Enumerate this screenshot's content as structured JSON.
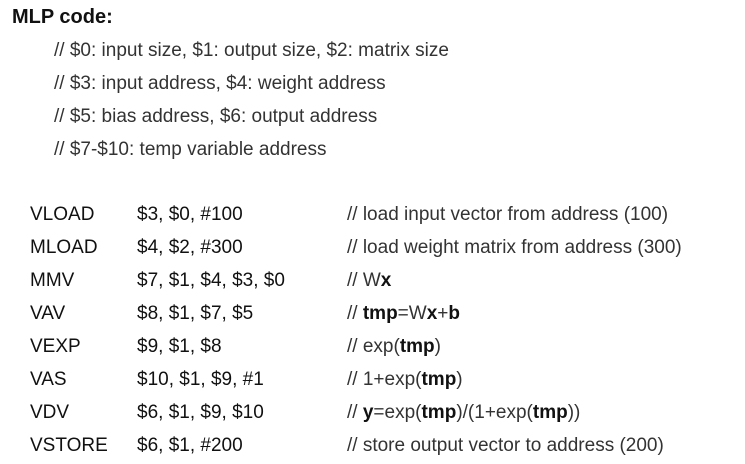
{
  "title": "MLP code:",
  "header_comments": [
    "// $0: input size, $1: output size, $2: matrix size",
    "//  $3: input address, $4: weight address",
    "//  $5: bias address, $6: output address",
    "//  $7-$10: temp variable address"
  ],
  "code": [
    {
      "op": "VLOAD",
      "args": "$3, $0, #100",
      "comment": [
        {
          "t": "// load input vector from address (100)",
          "b": false
        }
      ]
    },
    {
      "op": "MLOAD",
      "args": "$4, $2, #300",
      "comment": [
        {
          "t": "// load weight matrix from address (300)",
          "b": false
        }
      ]
    },
    {
      "op": "MMV",
      "args": "$7, $1, $4, $3, $0",
      "comment": [
        {
          "t": "// W",
          "b": false
        },
        {
          "t": "x",
          "b": true
        }
      ]
    },
    {
      "op": "VAV",
      "args": "$8, $1, $7, $5",
      "comment": [
        {
          "t": "// ",
          "b": false
        },
        {
          "t": "tmp",
          "b": true
        },
        {
          "t": "=W",
          "b": false
        },
        {
          "t": "x",
          "b": true
        },
        {
          "t": "+",
          "b": false
        },
        {
          "t": "b",
          "b": true
        }
      ]
    },
    {
      "op": "VEXP",
      "args": "$9, $1, $8",
      "comment": [
        {
          "t": "// exp(",
          "b": false
        },
        {
          "t": "tmp",
          "b": true
        },
        {
          "t": ")",
          "b": false
        }
      ]
    },
    {
      "op": "VAS",
      "args": "$10, $1, $9, #1",
      "comment": [
        {
          "t": "// 1+exp(",
          "b": false
        },
        {
          "t": "tmp",
          "b": true
        },
        {
          "t": ")",
          "b": false
        }
      ]
    },
    {
      "op": "VDV",
      "args": "$6, $1, $9, $10",
      "comment": [
        {
          "t": "// ",
          "b": false
        },
        {
          "t": "y",
          "b": true
        },
        {
          "t": "=exp(",
          "b": false
        },
        {
          "t": "tmp",
          "b": true
        },
        {
          "t": ")/(1+exp(",
          "b": false
        },
        {
          "t": "tmp",
          "b": true
        },
        {
          "t": "))",
          "b": false
        }
      ]
    },
    {
      "op": "VSTORE",
      "args": "$6, $1, #200",
      "comment": [
        {
          "t": "// store output vector to address (200)",
          "b": false
        }
      ]
    }
  ]
}
